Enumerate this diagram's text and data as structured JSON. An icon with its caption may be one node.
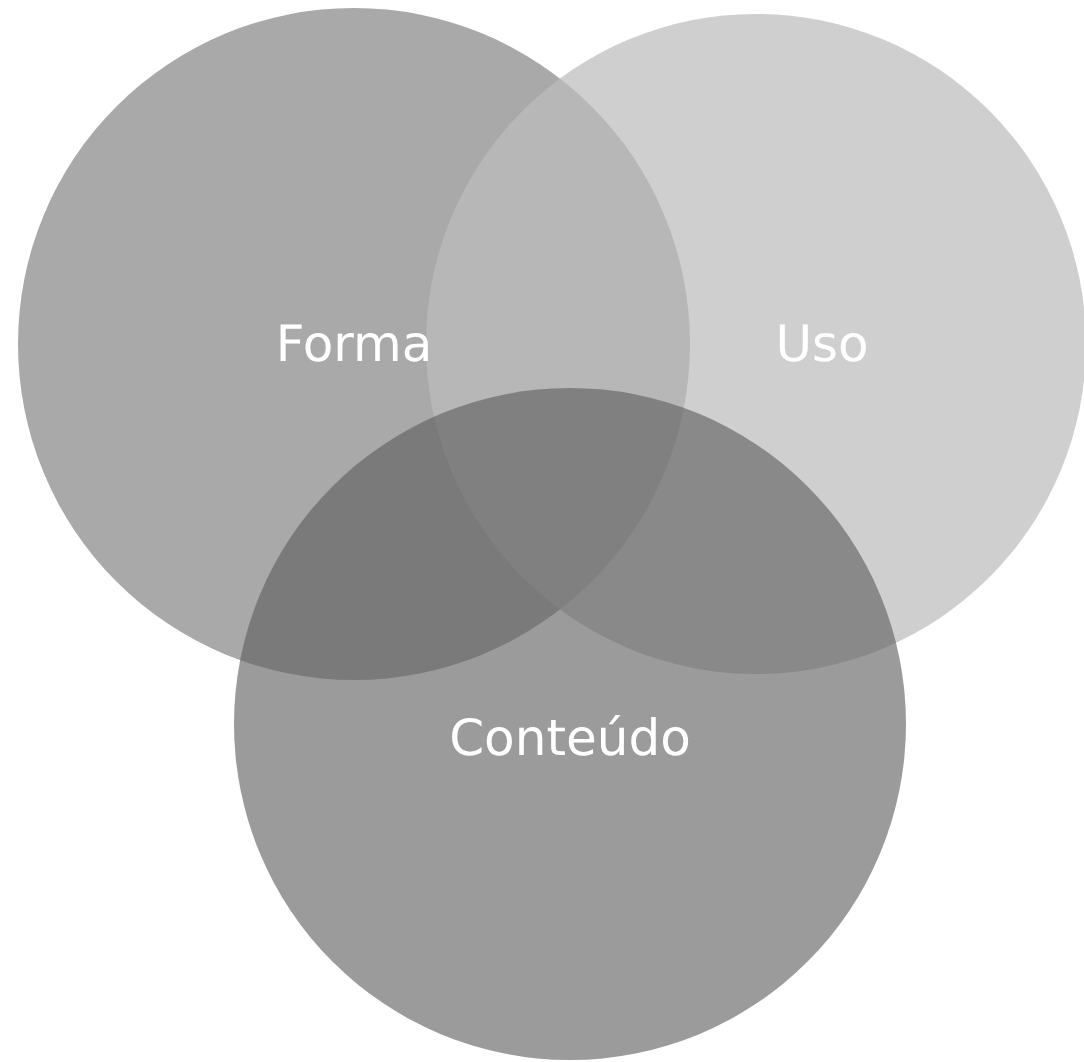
{
  "diagram": {
    "nodes": [
      {
        "text": [
          "Forma"
        ]
      },
      {
        "text": [
          "Uso"
        ]
      },
      {
        "text": [
          "Conteúdo"
        ]
      }
    ],
    "edges": []
  }
}
